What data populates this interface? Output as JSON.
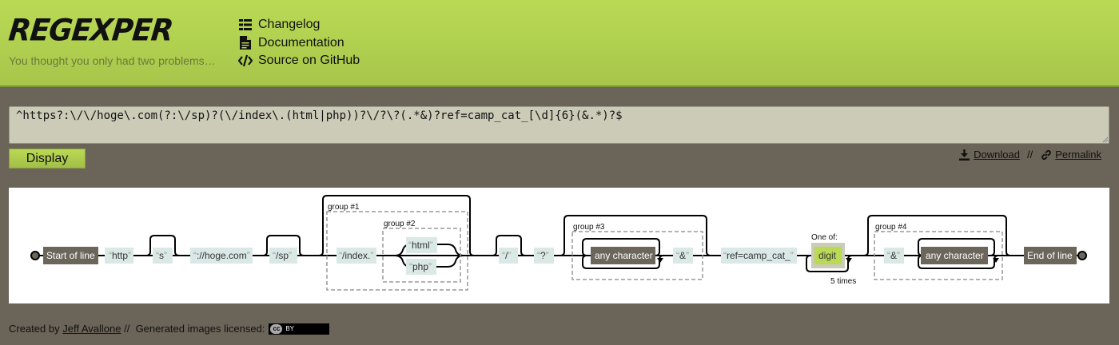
{
  "header": {
    "logo": "REGEXPER",
    "tagline": "You thought you only had two problems…",
    "nav": [
      {
        "label": "Changelog",
        "icon": "list-icon"
      },
      {
        "label": "Documentation",
        "icon": "document-icon"
      },
      {
        "label": "Source on GitHub",
        "icon": "code-icon"
      }
    ]
  },
  "input": {
    "value": "^https?:\\/\\/hoge\\.com(?:\\/sp)?(\\/index\\.(html|php))?\\/?\\?(.*&)?ref=camp_cat_[\\d]{6}(&.*)?$"
  },
  "controls": {
    "display_label": "Display",
    "download_label": "Download",
    "separator": "//",
    "permalink_label": "Permalink"
  },
  "diagram": {
    "start_label": "Start of line",
    "end_label": "End of line",
    "literals": {
      "http": "http",
      "s": "s",
      "hoge": "://hoge.com",
      "sp": "/sp",
      "index": "/index.",
      "html": "html",
      "php": "php",
      "slash": "/",
      "question": "?",
      "amp1": "&",
      "ref": "ref=camp_cat_",
      "amp2": "&"
    },
    "any_character": "any character",
    "digit": "digit",
    "one_of": "One of:",
    "times": "5 times",
    "groups": {
      "g1": "group #1",
      "g2": "group #2",
      "g3": "group #3",
      "g4": "group #4"
    },
    "colors": {
      "anchor": "#6b6659",
      "literal": "#dae9e5",
      "charclass": "#cbcbba",
      "digit": "#bada55"
    }
  },
  "footer": {
    "created_by": "Created by",
    "author": "Jeff Avallone",
    "separator": "//",
    "license_text": "Generated images licensed:",
    "cc": "cc",
    "by": "BY"
  }
}
